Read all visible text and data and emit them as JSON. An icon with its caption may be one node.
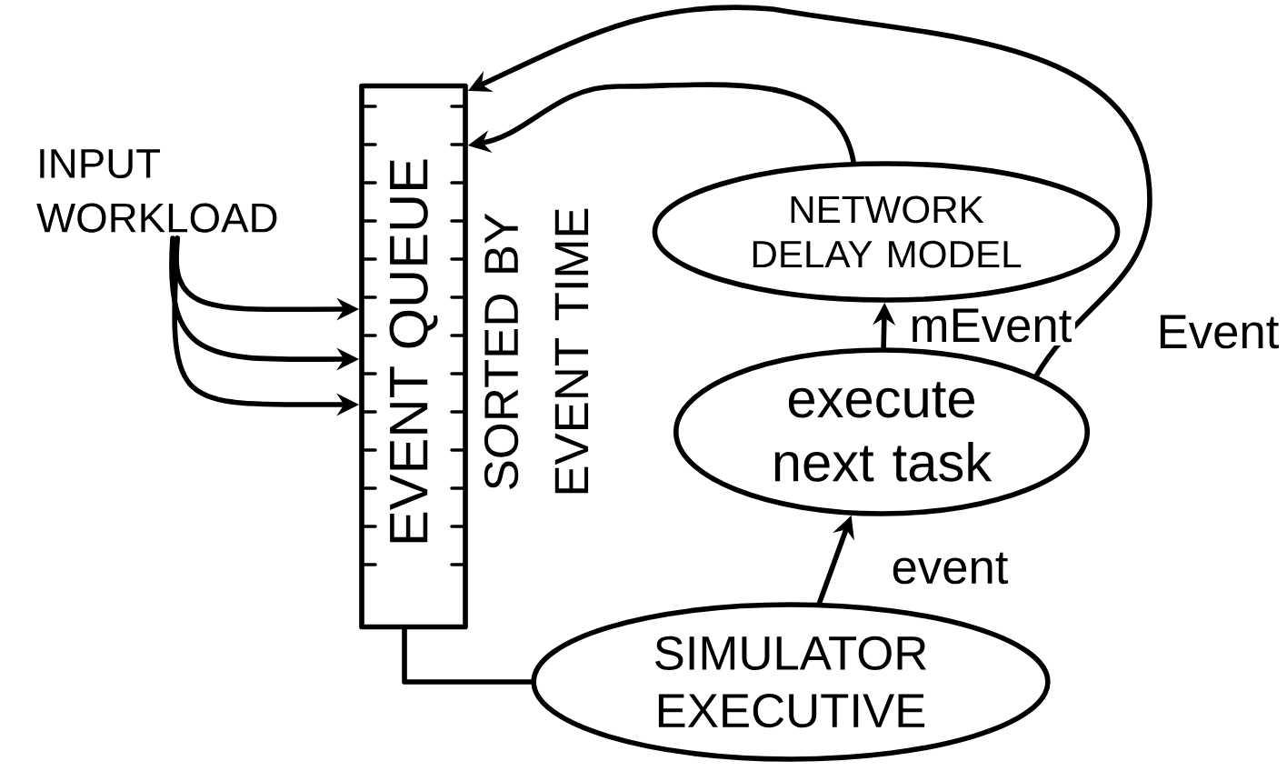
{
  "diagram": {
    "nodes": [
      {
        "text": [
          "EVENT QUEUE"
        ],
        "beside": [
          "SORTED BY EVENT TIME"
        ]
      },
      {
        "text": [
          "NETWORK DELAY MODEL"
        ]
      },
      {
        "text": [
          "execute next task"
        ]
      },
      {
        "text": [
          "SIMULATOR EXECUTIVE"
        ]
      },
      {
        "text": [
          "INPUT WORKLOAD"
        ]
      }
    ],
    "edges": [
      {
        "from": 4,
        "to": 0,
        "arrow": "to"
      },
      {
        "from": 4,
        "to": 0,
        "arrow": "to"
      },
      {
        "from": 4,
        "to": 0,
        "arrow": "to"
      },
      {
        "from": 0,
        "to": 3,
        "arrow": "none"
      },
      {
        "from": 3,
        "to": 2,
        "arrow": "to",
        "label": "event"
      },
      {
        "from": 2,
        "to": 1,
        "arrow": "to",
        "label": "mEvent"
      },
      {
        "from": 1,
        "to": 0,
        "arrow": "to"
      },
      {
        "from": 2,
        "to": 0,
        "arrow": "to",
        "label": "Event"
      }
    ]
  }
}
